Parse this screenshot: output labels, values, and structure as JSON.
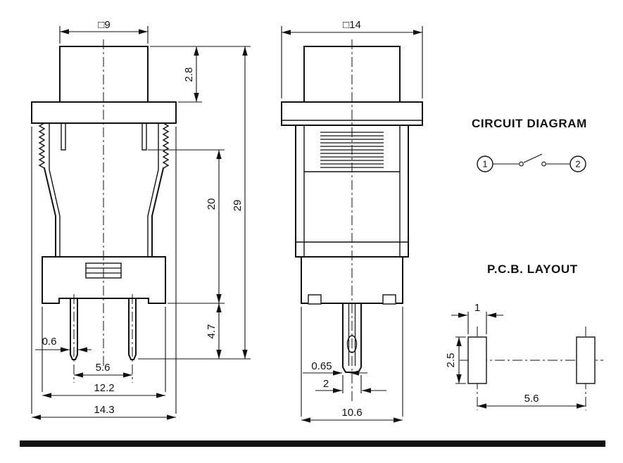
{
  "drawing": {
    "front_view": {
      "dim_cap_width": "□9",
      "dim_cap_height": "2.8",
      "dim_body_height": "20",
      "dim_total_height": "29",
      "dim_pin_protrusion": "4.7",
      "dim_pin_width": "0.6",
      "dim_pin_pitch": "5.6",
      "dim_body_width": "12.2",
      "dim_flange_width": "14.3"
    },
    "side_view": {
      "dim_flange_width": "□14",
      "dim_terminal_thickness": "0.65",
      "dim_terminal_width": "2",
      "dim_base_width": "10.6"
    },
    "circuit": {
      "title": "CIRCUIT DIAGRAM",
      "terminal_left": "1",
      "terminal_right": "2"
    },
    "pcb": {
      "title": "P.C.B. LAYOUT",
      "dim_hole_width": "1",
      "dim_hole_height": "2.5",
      "dim_hole_pitch": "5.6"
    }
  }
}
